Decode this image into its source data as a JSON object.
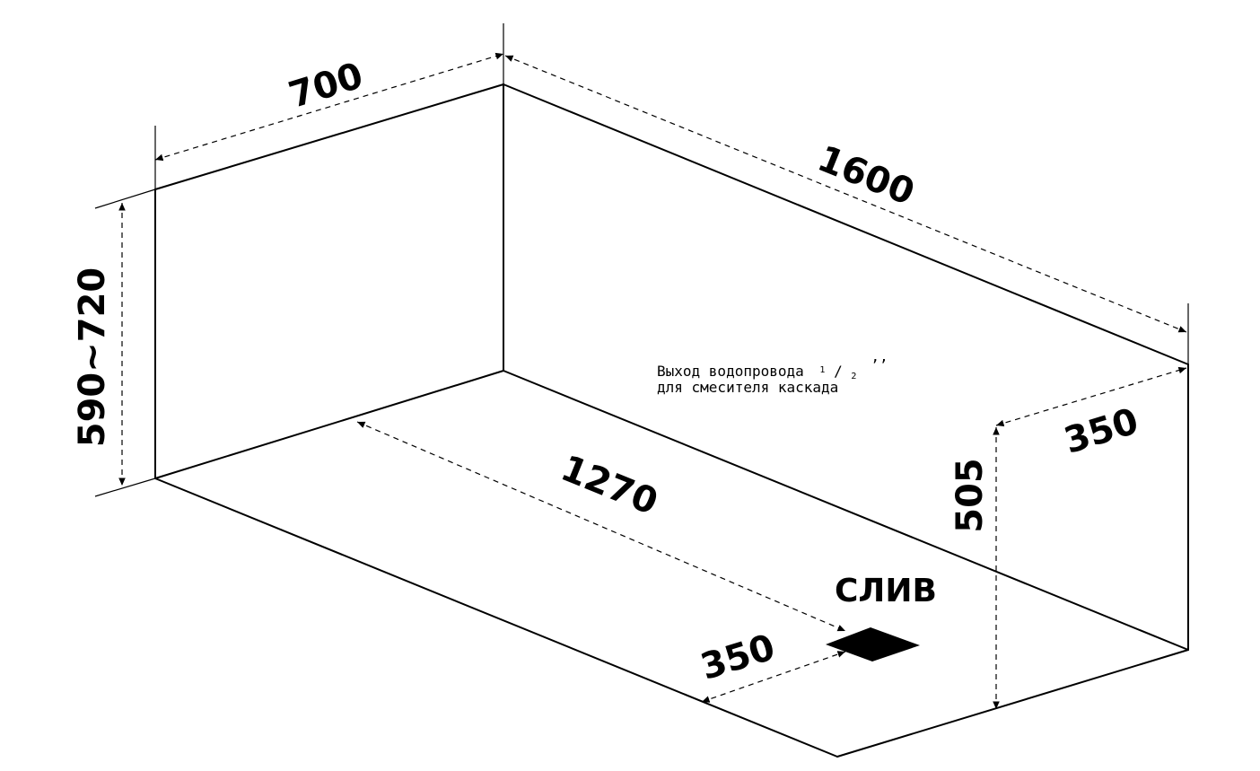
{
  "dimensions": {
    "width_700": "700",
    "length_1600": "1600",
    "height_range": "590~720",
    "bottom_length_1270": "1270",
    "drain_offset_350": "350",
    "side_offset_350": "350",
    "inlet_height_505": "505"
  },
  "labels": {
    "inlet_line1": "Выход водопровода",
    "inlet_fraction_num": "1",
    "inlet_fraction_slash": "/",
    "inlet_fraction_den": "2",
    "inlet_inch_mark": "’’",
    "inlet_line2": "для смесителя каскада",
    "drain": "СЛИВ"
  },
  "colors": {
    "line": "#000000",
    "background": "#ffffff"
  }
}
